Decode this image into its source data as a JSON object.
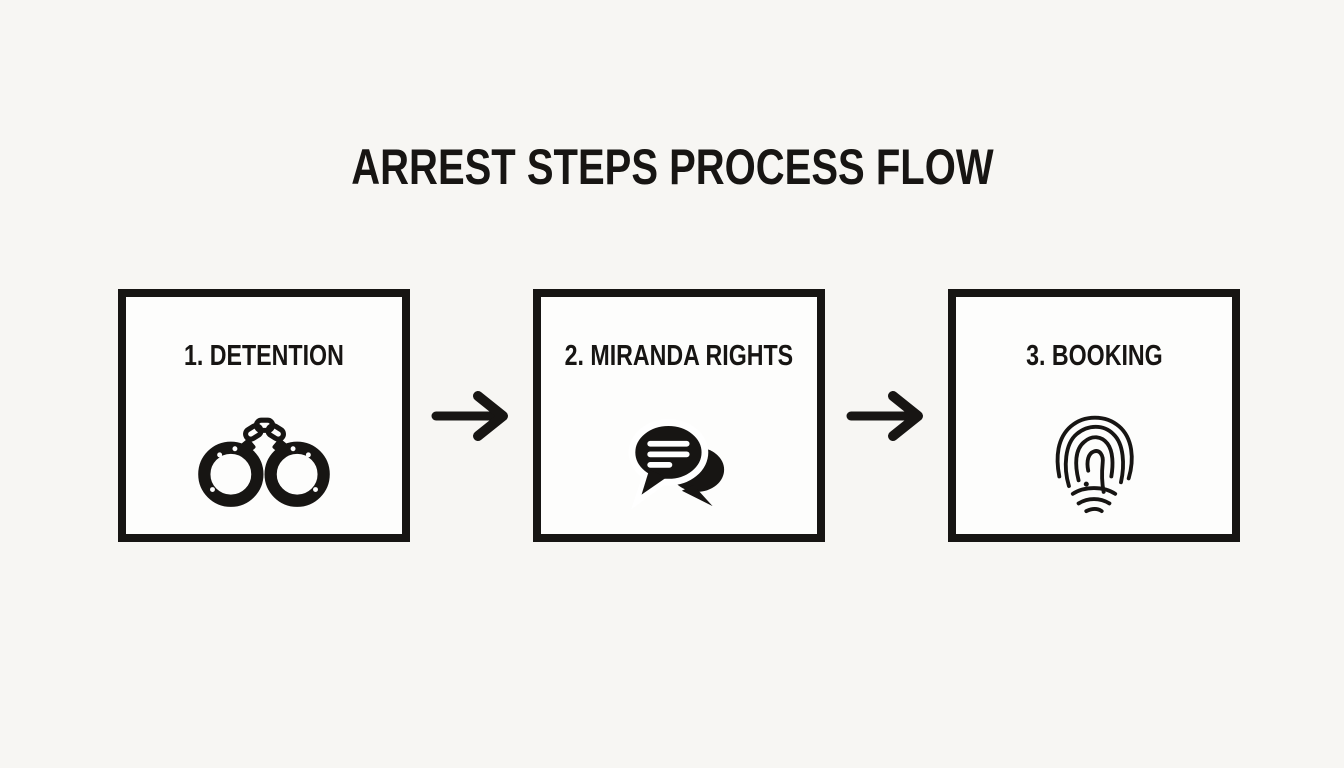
{
  "title": "ARREST STEPS PROCESS FLOW",
  "steps": [
    {
      "label": "1. DETENTION",
      "icon": "handcuffs-icon"
    },
    {
      "label": "2. MIRANDA RIGHTS",
      "icon": "speech-bubbles-icon"
    },
    {
      "label": "3. BOOKING",
      "icon": "fingerprint-icon"
    }
  ],
  "arrows": {
    "count": 2,
    "direction": "right"
  },
  "colors": {
    "background": "#f7f6f3",
    "box_fill": "#fdfdfc",
    "ink": "#171513"
  }
}
